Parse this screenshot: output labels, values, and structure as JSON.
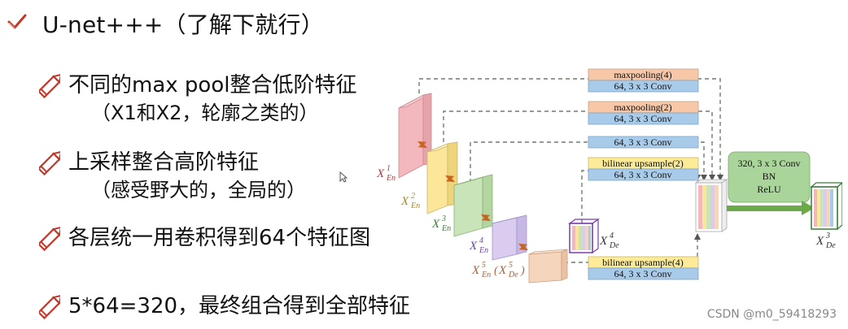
{
  "title": "U-net+++（了解下就行）",
  "bullets": [
    {
      "text": "不同的max pool整合低阶特征",
      "sub": "（X1和X2，轮廓之类的）"
    },
    {
      "text": "上采样整合高阶特征",
      "sub": "（感受野大的，全局的）"
    },
    {
      "text": "各层统一用卷积得到64个特征图",
      "sub": ""
    },
    {
      "text": "5*64=320，最终组合得到全部特征",
      "sub": ""
    }
  ],
  "diagram": {
    "ops": {
      "maxpool4": "maxpooling(4)",
      "conv1": "64, 3 x 3 Conv",
      "maxpool2": "maxpooling(2)",
      "conv2": "64, 3 x 3 Conv",
      "conv3": "64, 3 x 3 Conv",
      "upsample2": "bilinear upsample(2)",
      "conv4": "64, 3 x 3 Conv",
      "upsample4": "bilinear upsample(4)",
      "conv5": "64, 3 x 3 Conv"
    },
    "fuse": {
      "line1": "320, 3 x 3 Conv",
      "line2": "BN",
      "line3": "ReLU"
    },
    "labels": {
      "en1_base": "X",
      "en1_sup": "1",
      "en1_sub": "En",
      "en2_base": "X",
      "en2_sup": "2",
      "en2_sub": "En",
      "en3_base": "X",
      "en3_sup": "3",
      "en3_sub": "En",
      "en4_base": "X",
      "en4_sup": "4",
      "en4_sub": "En",
      "en5_base": "X",
      "en5_sup": "5",
      "en5_sub": "En",
      "en5_paren_open": "(",
      "de5_base": "X",
      "de5_sup": "5",
      "de5_sub": "De",
      "en5_paren_close": ")",
      "de4_base": "X",
      "de4_sup": "4",
      "de4_sub": "De",
      "de3_base": "X",
      "de3_sup": "3",
      "de3_sub": "De"
    },
    "colors": {
      "pink": "#f2b8bd",
      "yellow": "#fbe69a",
      "green": "#c9e4b9",
      "purple": "#d9ccef",
      "peach": "#f6d5bd",
      "conv_blue": "#a9cbea",
      "pool_orange": "#f7c7a8",
      "upsample_yellow": "#fdeb99",
      "fuse_green": "#a9d59a",
      "arrow_green": "#6aaa48",
      "arrow_orange": "#c8641e",
      "label_red": "#b33b3b",
      "label_gold": "#a8892a",
      "label_green": "#3c7a3c",
      "label_purple": "#6a4b9c",
      "label_brown": "#a0643c"
    }
  },
  "watermark": "CSDN @m0_59418293"
}
